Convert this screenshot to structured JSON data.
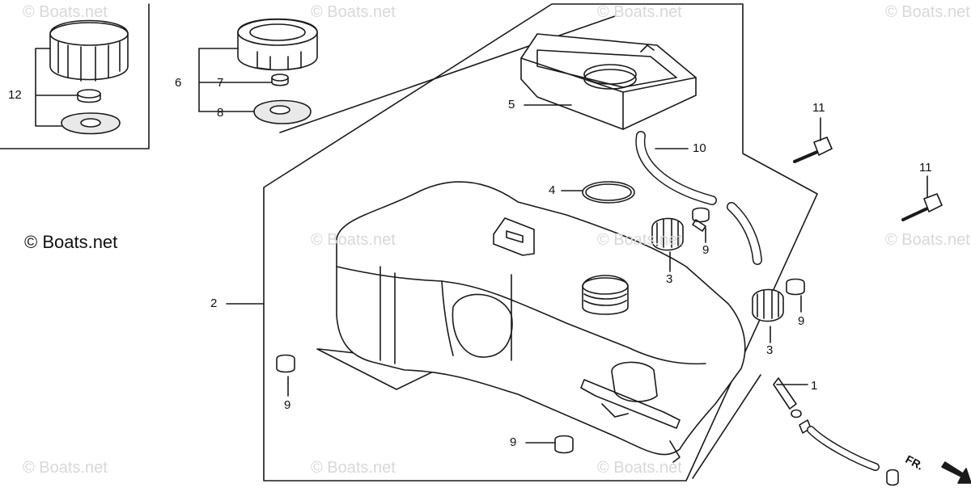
{
  "watermark": "© Boats.net",
  "copyright": "© Boats.net",
  "direction_label": "FR.",
  "callouts": {
    "p1": "1",
    "p2": "2",
    "p3a": "3",
    "p3b": "3",
    "p4": "4",
    "p5": "5",
    "p6": "6",
    "p7": "7",
    "p8": "8",
    "p9a": "9",
    "p9b": "9",
    "p9c": "9",
    "p9d": "9",
    "p10": "10",
    "p11a": "11",
    "p11b": "11",
    "p12": "12"
  },
  "colors": {
    "ink": "#1a1a1a",
    "watermark": "#d8d8d8",
    "background": "#ffffff"
  }
}
